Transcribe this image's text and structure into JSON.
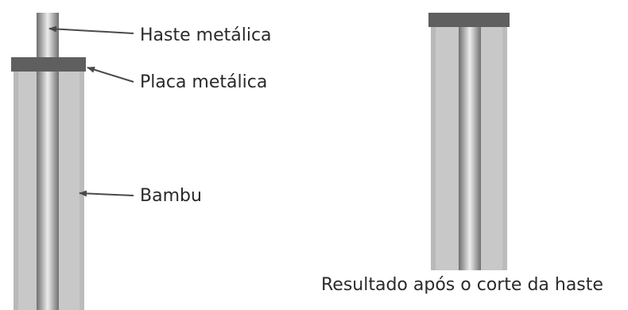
{
  "labels": {
    "rod": "Haste metálica",
    "plate": "Placa metálica",
    "bamboo": "Bambu"
  },
  "caption": "Resultado após o corte da haste",
  "colors": {
    "bamboo_fill": "#c9c9c9",
    "plate_fill": "#5f5f5f",
    "rod_dark": "#7a7a7a",
    "rod_light": "#e6e6e6",
    "arrow": "#4a4a4a",
    "text": "#2a2a2a"
  }
}
